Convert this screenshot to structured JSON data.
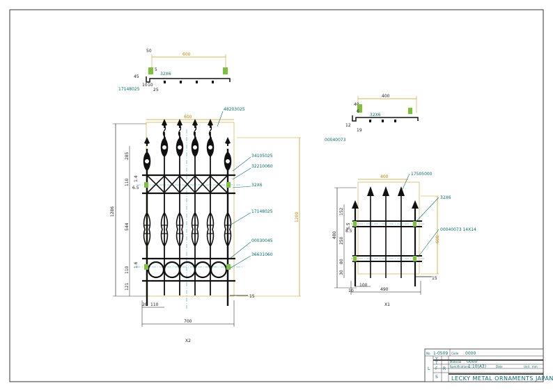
{
  "colors": {
    "ink": "#111111",
    "dim": "#c9a227",
    "note": "#0a6b6b",
    "centerline": "#2aa7b5",
    "joint": "#7fbf3f"
  },
  "top_view_large": {
    "width_dim": "600",
    "height_dim": "50",
    "ref_dim": "5",
    "part_label": "32X6",
    "side_dims": [
      "45",
      "10",
      "10",
      "25"
    ],
    "side_label": "17148025"
  },
  "top_view_small": {
    "width_dim": "400",
    "height_dim": "40",
    "ref_dim": "6",
    "part_label": "32X6",
    "side_dims": [
      "12",
      "19"
    ],
    "side_label": "00040073"
  },
  "front_large": {
    "top_dim": "600",
    "overall_height": "1286",
    "right_height": "1200",
    "left_dims": [
      "285",
      "110",
      "1.4",
      "6.5",
      "544",
      "110",
      "1.6",
      "121"
    ],
    "bottom_dims": [
      "20",
      "110"
    ],
    "overall_width": "700",
    "base_dim": "15",
    "labels": [
      "48203025",
      "34105025",
      "32210060",
      "32X6",
      "17148025",
      "00030045",
      "36631060"
    ],
    "view_name": "X2"
  },
  "front_small": {
    "top_dim": "400",
    "height": "480",
    "left_dims": [
      "152",
      "6.5",
      "8.5",
      "250",
      "80",
      "30"
    ],
    "right_dim": "600",
    "bottom_dims": [
      "10",
      "100",
      "490"
    ],
    "base_dim": "15",
    "labels": [
      "17505000",
      "32X6",
      "00040073 14X14"
    ],
    "view_name": "X1"
  },
  "title_block": {
    "no_label": "No.",
    "no_value": "1-0509",
    "code_label": "Code",
    "code_value": "0000",
    "material_label": "Material",
    "material_value": "0000",
    "scale_label": "Specifications",
    "scale_value": "1:10(A3)",
    "date_label": "Date",
    "unit_label": "Unit",
    "unit_value": "mm",
    "cells": [
      "Y",
      "T",
      "L",
      "F",
      "R",
      "S"
    ],
    "company": "LECKY METAL ORNAMENTS JAPAN"
  }
}
